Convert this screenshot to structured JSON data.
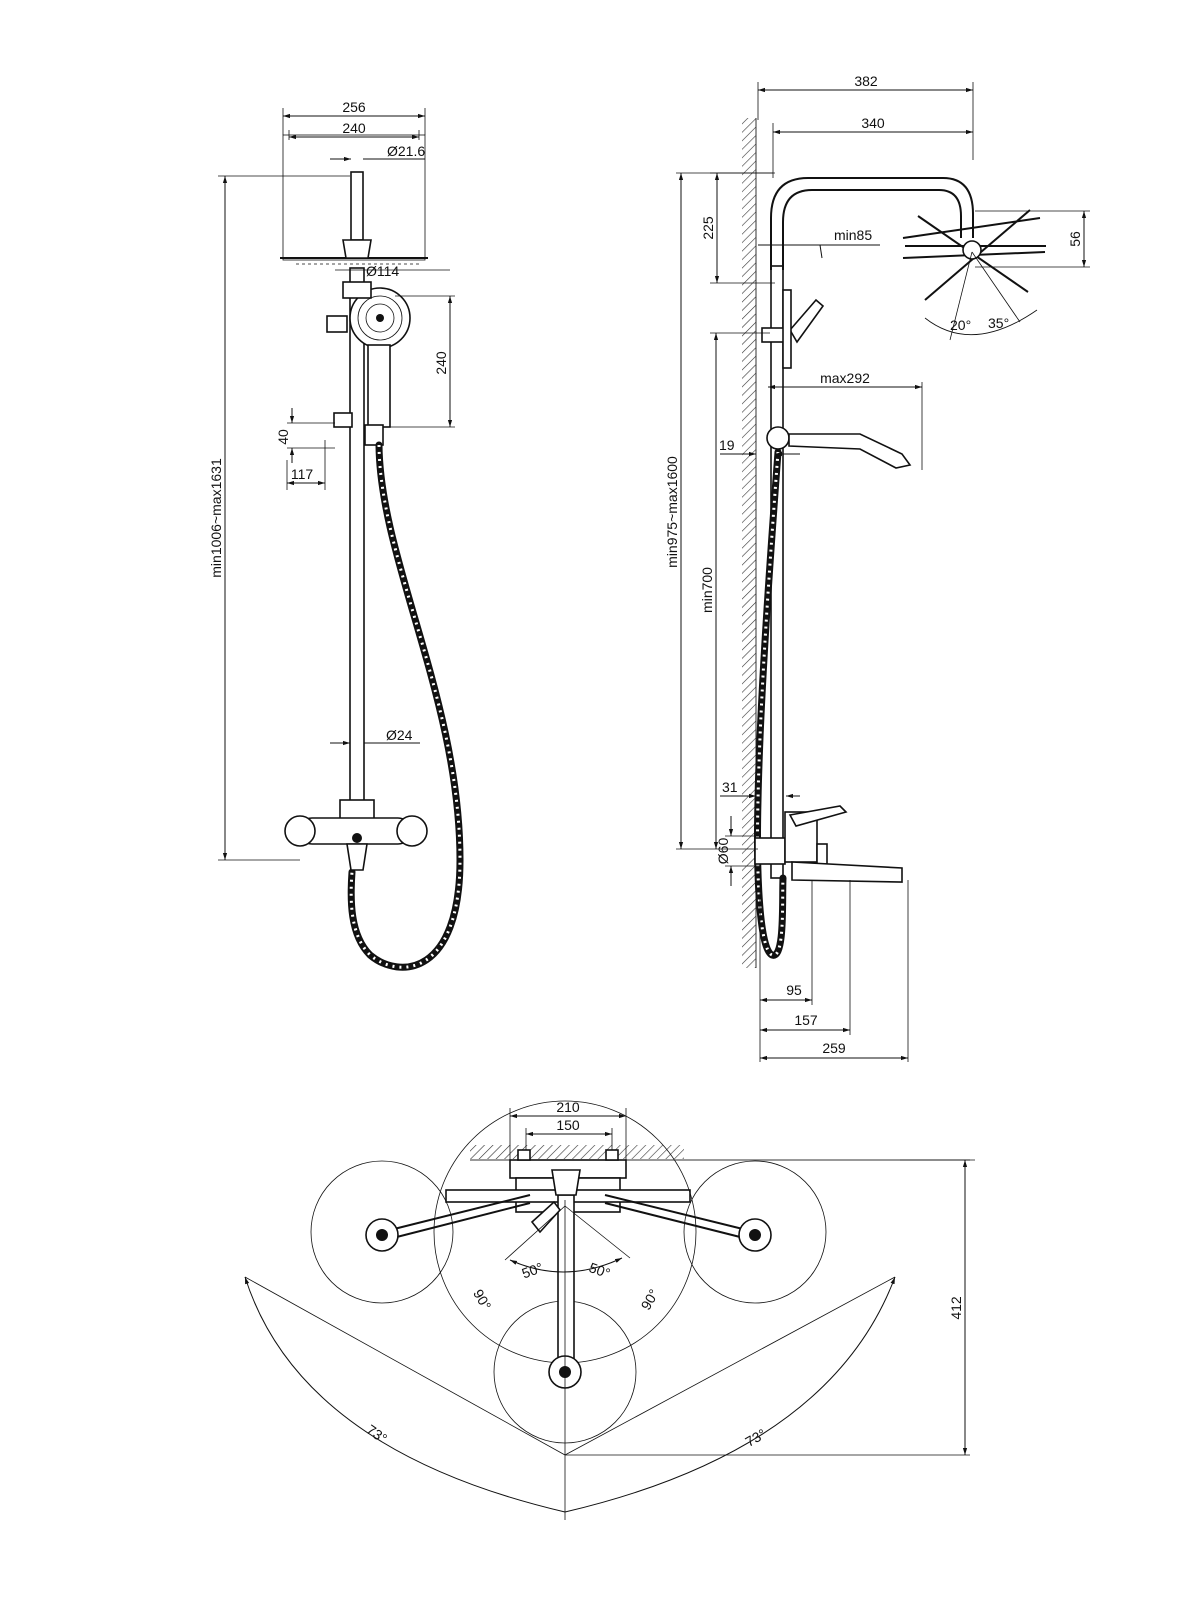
{
  "front_view": {
    "dim_head_outer": "256",
    "dim_head_inner": "240",
    "dim_arm_diameter": "Ø21.6",
    "dim_hand_shower_diameter": "Ø114",
    "dim_hand_shower_length": "240",
    "dim_holder_height": "40",
    "dim_holder_offset": "117",
    "dim_total_height": "min1006~max1631",
    "dim_pipe_diameter": "Ø24"
  },
  "side_view": {
    "dim_overall_projection": "382",
    "dim_head_projection": "340",
    "dim_arm_height": "225",
    "dim_wall_gap": "min85",
    "dim_head_thickness": "56",
    "angle_tilt_left": "20°",
    "angle_tilt_right": "35°",
    "dim_total_height": "min975~max1600",
    "dim_holder_max": "max292",
    "dim_holder_spacing": "19",
    "dim_min_height": "min700",
    "dim_mixer_offset": "31",
    "dim_outlet_diameter": "Ø60",
    "dim_spout_1": "95",
    "dim_spout_2": "157",
    "dim_spout_3": "259"
  },
  "top_view": {
    "dim_mount_outer": "210",
    "dim_mount_inner": "150",
    "angle_lever_left": "50°",
    "angle_lever_right": "50°",
    "angle_spout_left": "90°",
    "angle_spout_right": "90°",
    "angle_swing_left": "73°",
    "angle_swing_right": "73°",
    "dim_depth": "412"
  }
}
